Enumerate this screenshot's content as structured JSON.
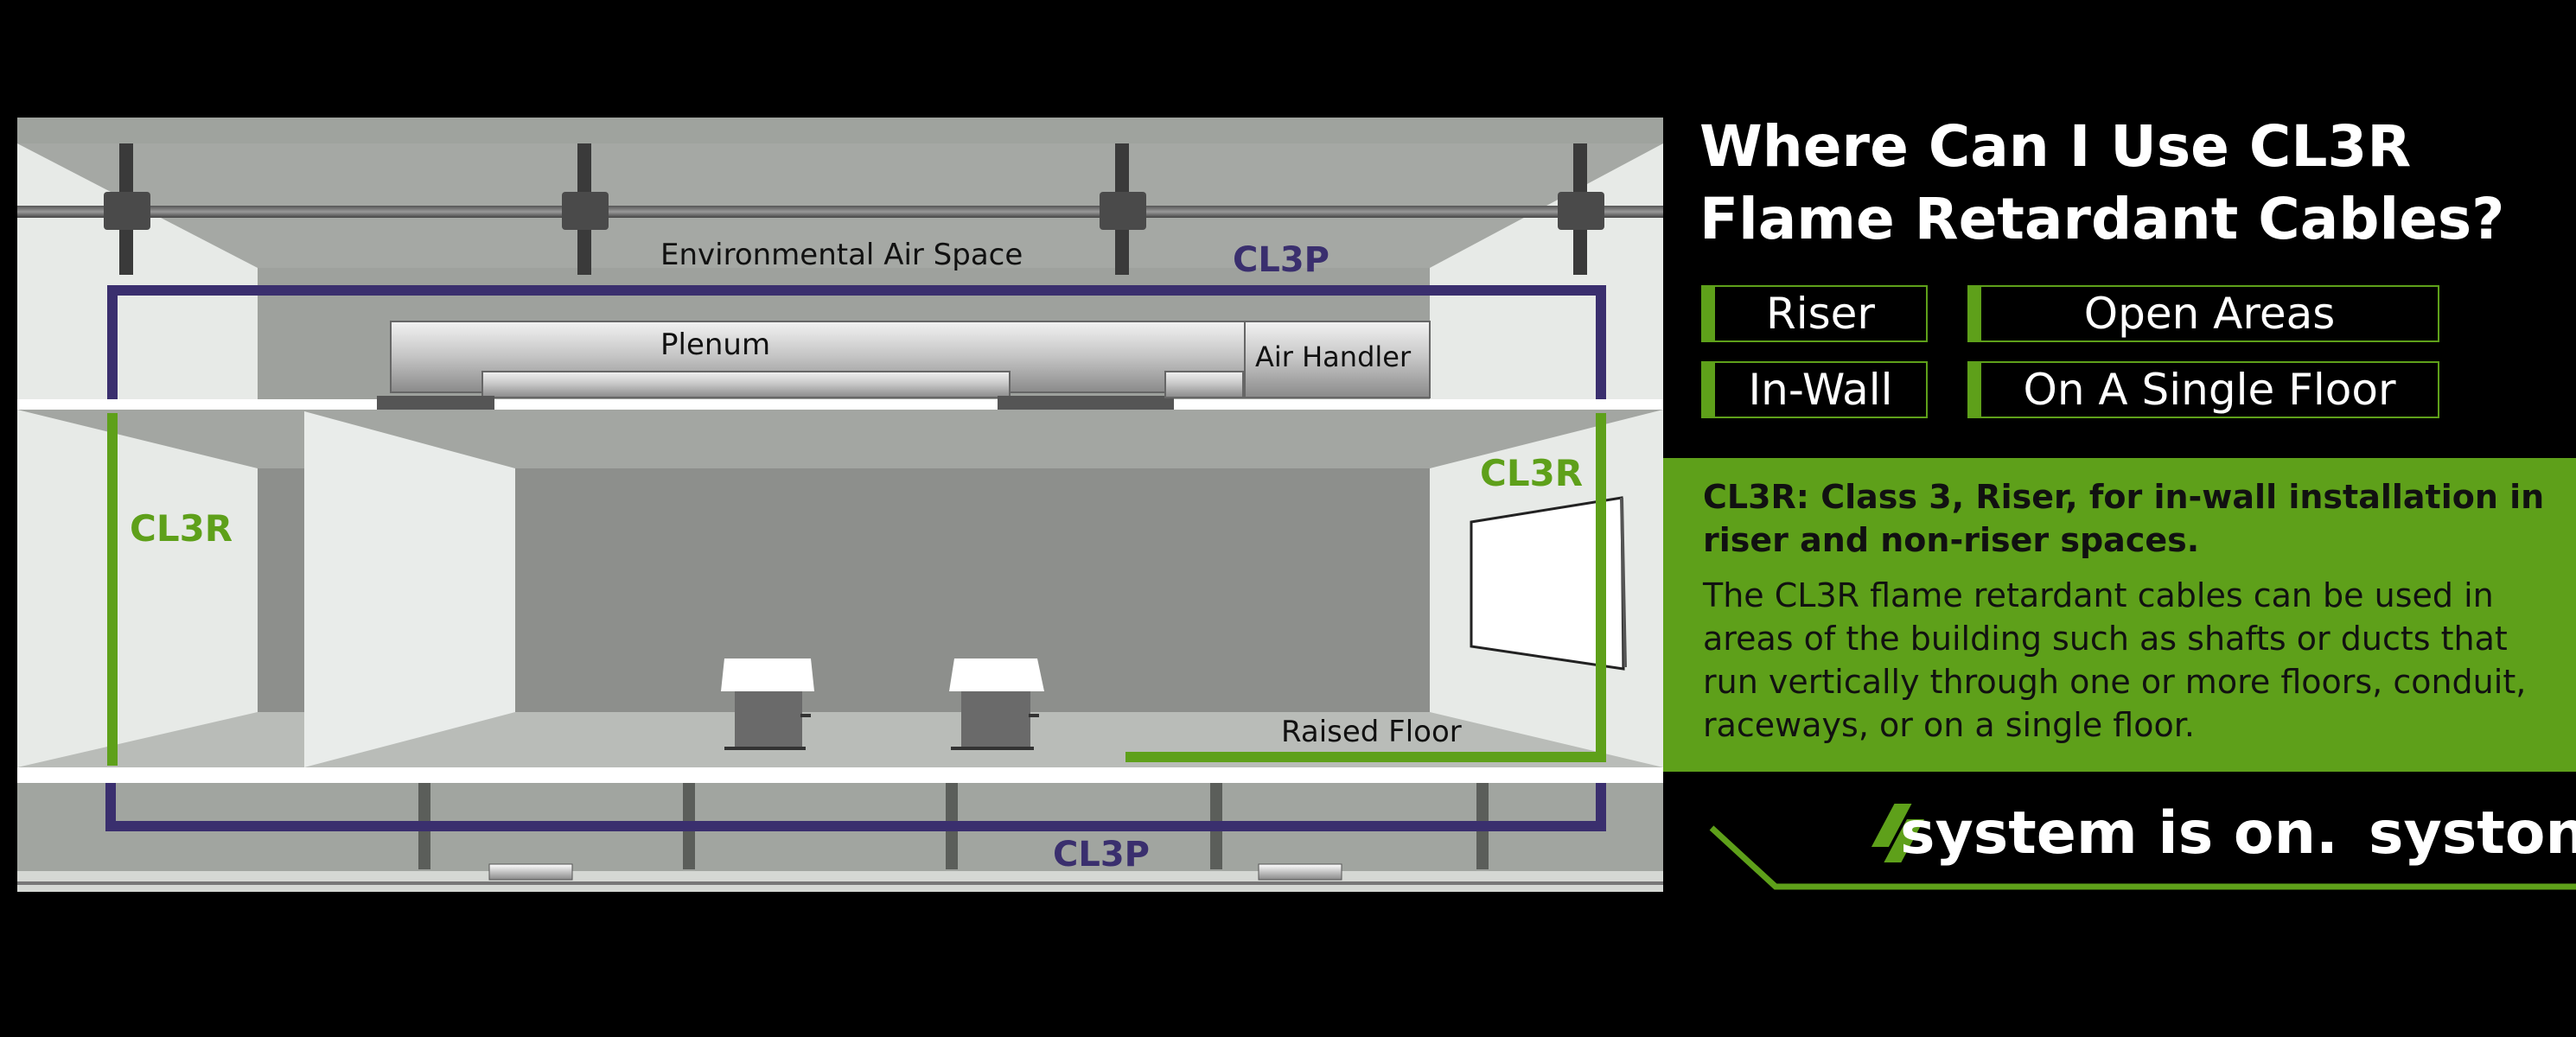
{
  "headline": {
    "line1": "Where Can I Use CL3R",
    "line2": "Flame Retardant Cables?"
  },
  "uses": [
    "Riser",
    "Open Areas",
    "In-Wall",
    "On A Single Floor"
  ],
  "definition": {
    "title": "CL3R: Class 3, Riser, for in-wall installation in riser and non-riser spaces.",
    "body": "The CL3R flame retardant cables can be used in areas of the building such as shafts or ducts that run vertically through one or more floors, conduit, raceways, or on a single floor."
  },
  "building": {
    "environmental_air_space": "Environmental Air Space",
    "plenum": "Plenum",
    "air_handler": "Air Handler",
    "raised_floor": "Raised Floor",
    "cl3p_top": "CL3P",
    "cl3p_bottom": "CL3P",
    "cl3r_left": "CL3R",
    "cl3r_right": "CL3R"
  },
  "brand": {
    "slogan": "system is on.",
    "name": "syston"
  },
  "colors": {
    "cl3p": "#3a2f6e",
    "cl3r": "#5ea01a",
    "background": "#000000"
  }
}
